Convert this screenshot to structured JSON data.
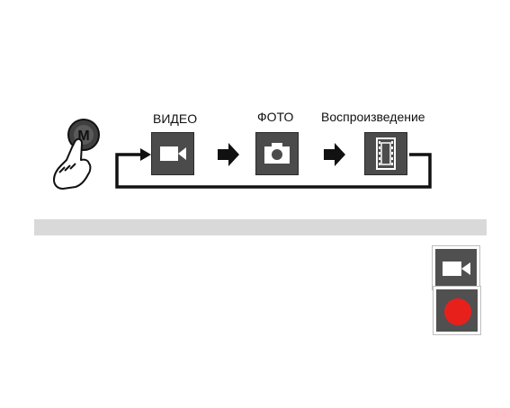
{
  "menu_button": {
    "letter": "M",
    "icon": "hand-pressing-m-button-icon"
  },
  "modes": [
    {
      "label": "ВИДЕО",
      "icon": "video-camera-icon"
    },
    {
      "label": "ФОТО",
      "icon": "photo-camera-icon"
    },
    {
      "label": "Воспроизведение",
      "icon": "film-strip-icon"
    }
  ],
  "side_icons": {
    "video": "video-camera-icon",
    "record": "record-dot-icon"
  },
  "colors": {
    "icon_background": "#4b4b4b",
    "record_red": "#e8201c",
    "band_gray": "#d9d9d9",
    "line": "#111111"
  }
}
